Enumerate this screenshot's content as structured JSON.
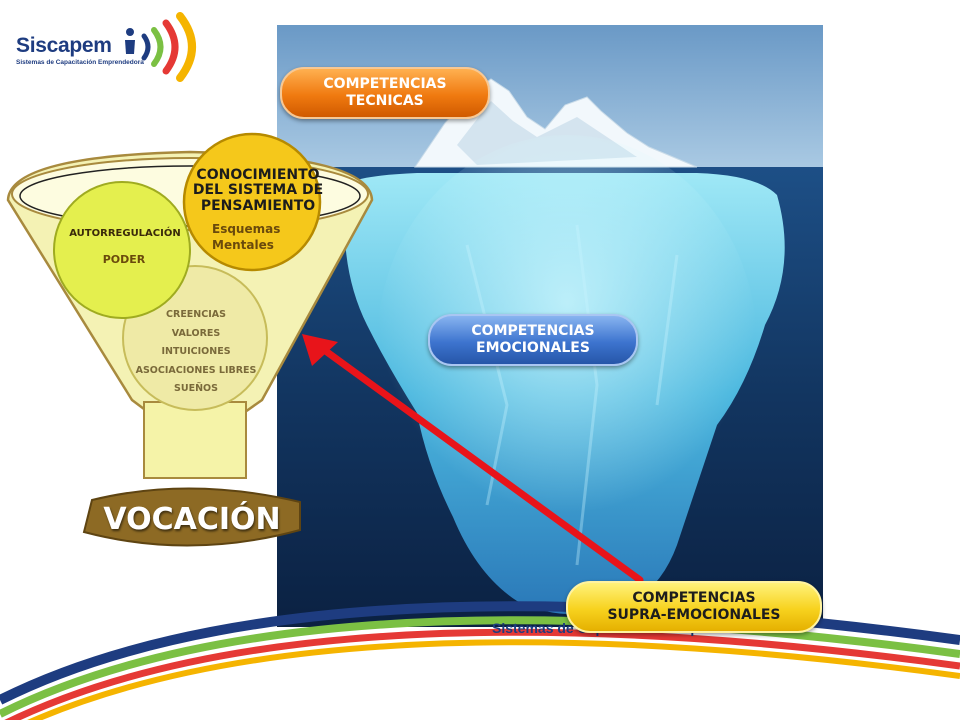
{
  "logo": {
    "name": "Siscapem",
    "subtitle": "Sistemas de Capacitación Emprendedora",
    "arc_colors": [
      "#1e3c80",
      "#7bc043",
      "#e53935",
      "#f5b400"
    ]
  },
  "pills": {
    "tecnicas": [
      "COMPETENCIAS",
      "TECNICAS"
    ],
    "emocionales": [
      "COMPETENCIAS",
      "EMOCIONALES"
    ],
    "supra": [
      "COMPETENCIAS",
      "SUPRA-EMOCIONALES"
    ]
  },
  "funnel": {
    "conocimiento": [
      "CONOCIMIENTO",
      "DEL SISTEMA DE",
      "PENSAMIENTO"
    ],
    "esquemas": [
      "Esquemas",
      "Mentales"
    ],
    "autorregulacion": "AUTORREGULACIÓN",
    "poder": "PODER",
    "creencias": [
      "CREENCIAS",
      "VALORES",
      "INTUICIONES",
      "ASOCIACIONES LIBRES",
      "SUEÑOS"
    ],
    "vocacion": "VOCACIÓN"
  },
  "footer_text": "Sistemas de Capacitación Emprendedora",
  "colors": {
    "orange": "#f07a10",
    "blue": "#3d74cf",
    "yellow": "#f7d21e",
    "arrow": "#e8141a",
    "funnel": "#f5f3b5"
  }
}
